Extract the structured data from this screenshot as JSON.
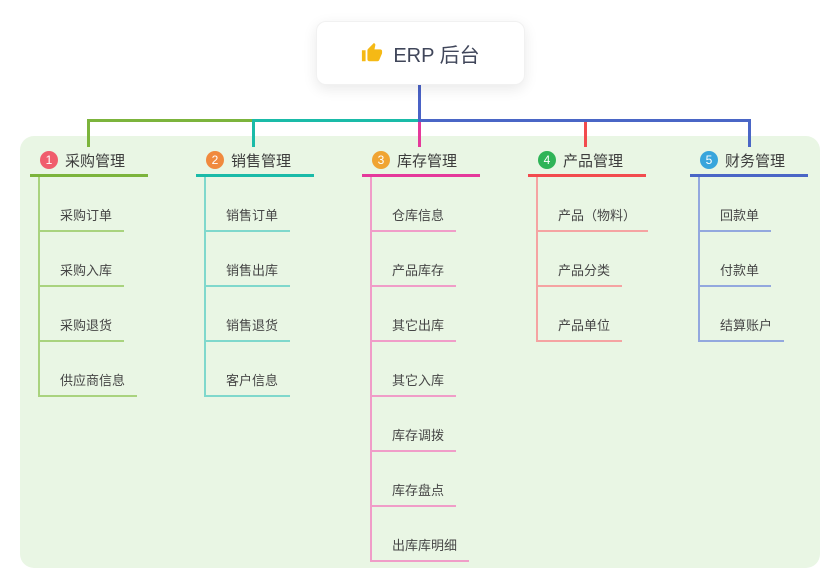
{
  "root": {
    "label": "ERP 后台",
    "icon": "thumbs-up-icon",
    "line_color": "#4A62C6"
  },
  "canvas": {
    "background_color": "#FFFFFF",
    "panel_color": "#E9F6E4"
  },
  "branches": [
    {
      "num": "1",
      "label": "采购管理",
      "line_color": "#7CB43C",
      "light_line_color": "#A9D37E",
      "badge_color": "#F05D6C",
      "children": [
        "采购订单",
        "采购入库",
        "采购退货",
        "供应商信息"
      ]
    },
    {
      "num": "2",
      "label": "销售管理",
      "line_color": "#1ABBA8",
      "light_line_color": "#7FD8CC",
      "badge_color": "#F08A3E",
      "children": [
        "销售订单",
        "销售出库",
        "销售退货",
        "客户信息"
      ]
    },
    {
      "num": "3",
      "label": "库存管理",
      "line_color": "#E5399B",
      "light_line_color": "#F09DC8",
      "badge_color": "#F0A432",
      "children": [
        "仓库信息",
        "产品库存",
        "其它出库",
        "其它入库",
        "库存调拨",
        "库存盘点",
        "出库库明细"
      ]
    },
    {
      "num": "4",
      "label": "产品管理",
      "line_color": "#F24B4E",
      "light_line_color": "#F5A3A2",
      "badge_color": "#2FB457",
      "children": [
        "产品（物料）",
        "产品分类",
        "产品单位"
      ]
    },
    {
      "num": "5",
      "label": "财务管理",
      "line_color": "#4A66C6",
      "light_line_color": "#93A8DE",
      "badge_color": "#38A5DC",
      "children": [
        "回款单",
        "付款单",
        "结算账户"
      ]
    }
  ]
}
